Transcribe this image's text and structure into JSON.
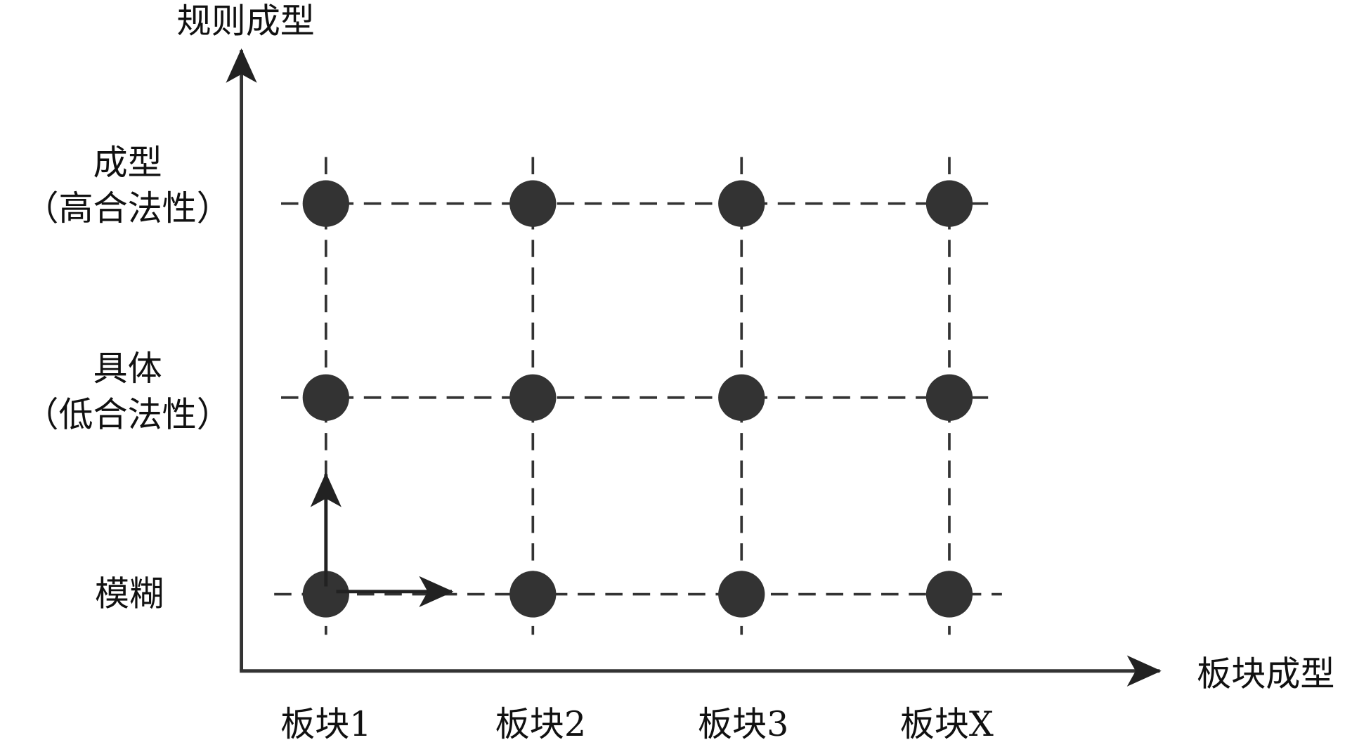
{
  "axes": {
    "y_title": "规则成型",
    "x_title": "板块成型"
  },
  "y_levels": [
    {
      "line1": "成型",
      "line2": "（高合法性）"
    },
    {
      "line1": "具体",
      "line2": "（低合法性）"
    },
    {
      "line1": "模糊",
      "line2": ""
    }
  ],
  "x_levels": [
    "板块1",
    "板块2",
    "板块3",
    "板块X"
  ],
  "colors": {
    "node": "#333333",
    "line": "#333333"
  }
}
